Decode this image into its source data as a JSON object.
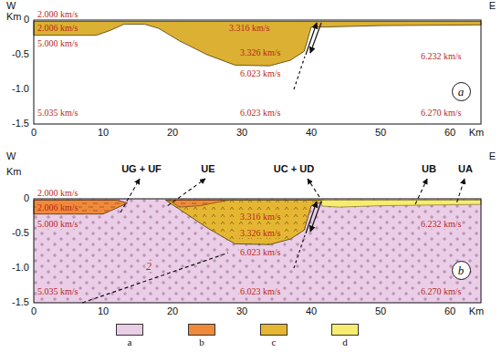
{
  "diagram": {
    "nodes": [
      {
        "text": [
          "a"
        ]
      },
      {
        "text": [
          "b"
        ]
      }
    ],
    "labels": [
      "W",
      "E",
      "Km",
      "0",
      "-0.5",
      "-1.0",
      "-1.5",
      "0",
      "10",
      "20",
      "30",
      "40",
      "50",
      "60",
      "Km",
      "2.000 km/s",
      "2.006 km/s",
      "5.000 km/s",
      "3.316 km/s",
      "3.326 km/s",
      "6.023 km/s",
      "6.232 km/s",
      "5.035 km/s",
      "6.023 km/s",
      "6.270 km/s",
      "W",
      "E",
      "Km",
      "0",
      "-0.5",
      "-1.0",
      "-1.5",
      "UG + UF",
      "UE",
      "UC + UD",
      "UB",
      "UA",
      "0",
      "10",
      "20",
      "30",
      "40",
      "50",
      "60",
      "Km",
      "2.000 km/s",
      "2.006 km/s",
      "5.000 km/s",
      "3.316 km/s",
      "3.326 km/s",
      "6.023 km/s",
      "6.232 km/s",
      "5.035 km/s",
      "6.023 km/s",
      "6.270 km/s",
      "2"
    ],
    "legend": [
      {
        "text": "a",
        "color": "#eacde6"
      },
      {
        "text": "b",
        "color": "#ef8a3a"
      },
      {
        "text": "c",
        "color": "#e5b632"
      },
      {
        "text": "d",
        "color": "#f6ec6e"
      }
    ]
  }
}
